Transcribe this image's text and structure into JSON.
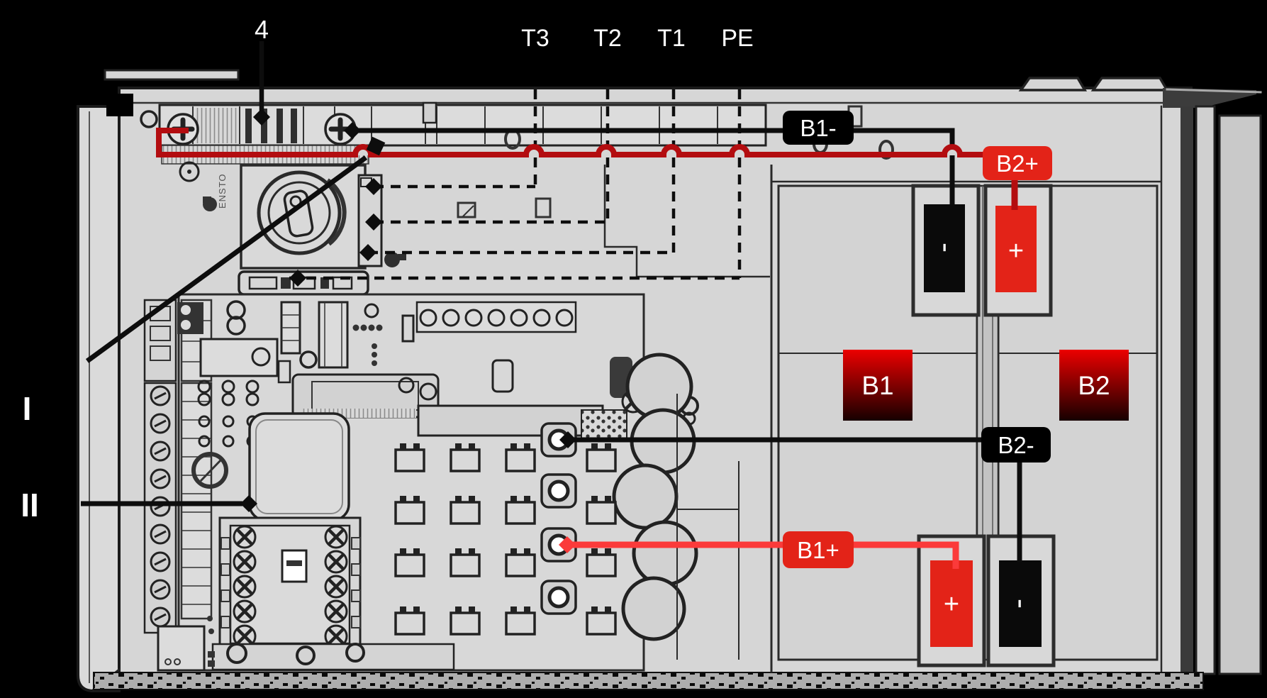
{
  "figure": {
    "kind": "ups-internal-wiring-diagram",
    "background": "#000000"
  },
  "colors": {
    "background": "#000000",
    "chassis_fill": "#d6d6d6",
    "panel_fill": "#d3d3d3",
    "outline": "#222222",
    "wire_black": "#0d0d0d",
    "wire_red_dark": "#b30d10",
    "wire_red_bright": "#fb3a3a",
    "label_red_bg": "#e32318",
    "label_black_bg": "#000000",
    "battery_gradient_top": "#ec0000",
    "battery_gradient_bottom": "#160000",
    "text_white": "#ffffff"
  },
  "top_labels": {
    "item4": "4",
    "t3": "T3",
    "t2": "T2",
    "t1": "T1",
    "pe": "PE"
  },
  "side_labels": {
    "pos1": "I",
    "pos2": "II"
  },
  "wire_labels": {
    "b1_neg": "B1-",
    "b2_pos": "B2+",
    "b2_neg": "B2-",
    "b1_pos": "B1+"
  },
  "battery_boxes": {
    "b1": "B1",
    "b2": "B2"
  },
  "terminal_marks": {
    "top_neg": "-",
    "top_pos": "+",
    "bottom_pos": "+",
    "bottom_neg": "-"
  },
  "component_text": {
    "switch_brand": "ENSTO"
  }
}
